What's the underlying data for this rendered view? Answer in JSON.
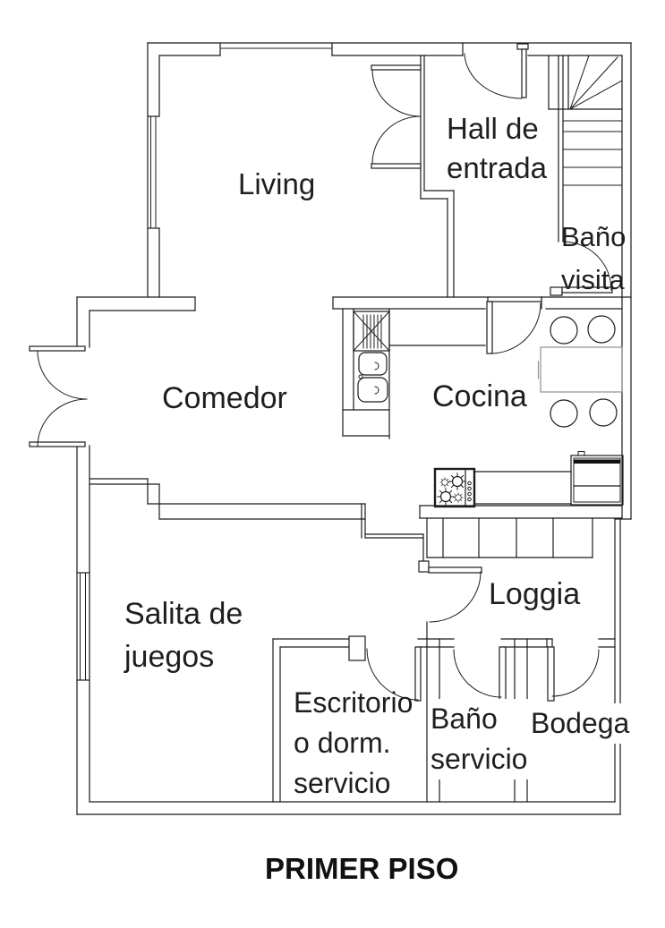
{
  "title": {
    "text": "PRIMER PISO"
  },
  "colors": {
    "line": "#1c1c1c",
    "background": "#ffffff",
    "text": "#1f1f1f"
  },
  "rooms": {
    "living": {
      "lines": [
        "Living"
      ]
    },
    "hall": {
      "lines": [
        "Hall de",
        "entrada"
      ]
    },
    "bano_visita": {
      "lines": [
        "Baño",
        "visita"
      ]
    },
    "comedor": {
      "lines": [
        "Comedor"
      ]
    },
    "cocina": {
      "lines": [
        "Cocina"
      ]
    },
    "salita": {
      "lines": [
        "Salita de",
        "juegos"
      ]
    },
    "loggia": {
      "lines": [
        "Loggia"
      ]
    },
    "escritorio": {
      "lines": [
        "Escritorio",
        "o dorm.",
        "servicio"
      ]
    },
    "bano_servicio": {
      "lines": [
        "Baño",
        "servicio"
      ]
    },
    "bodega": {
      "lines": [
        "Bodega"
      ]
    }
  },
  "fixtures": [
    "staircase",
    "kitchen-sink",
    "stove",
    "refrigerator",
    "kitchen-table",
    "chairs",
    "loggia-cabinets",
    "door-swings",
    "windows"
  ]
}
